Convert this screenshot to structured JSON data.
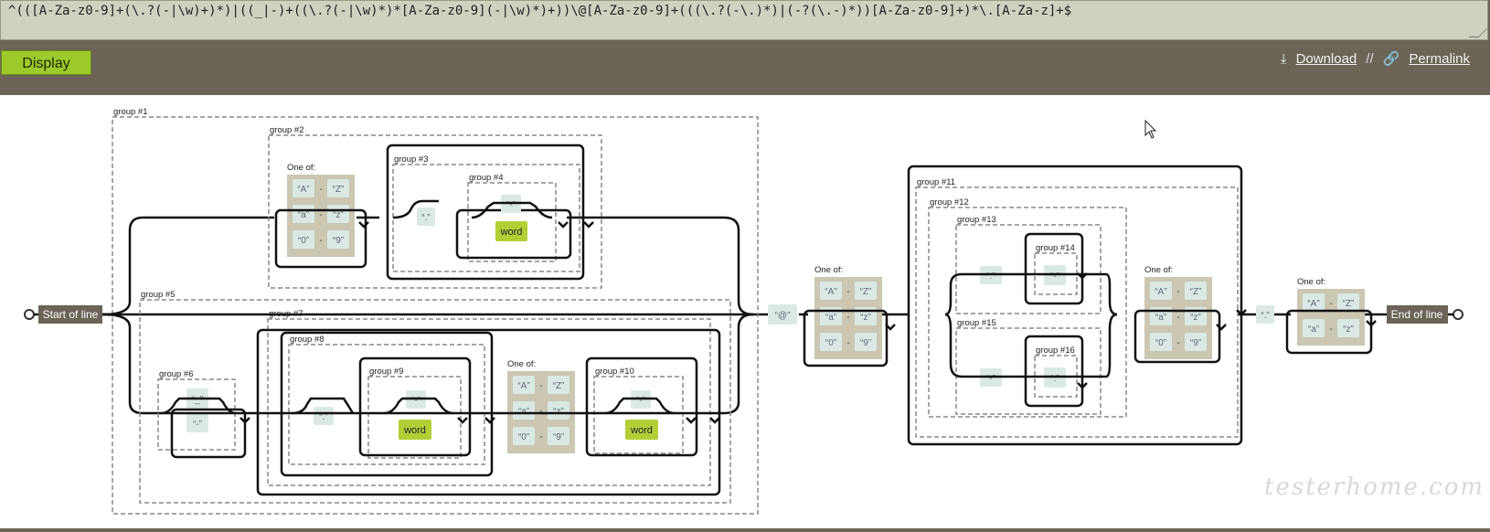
{
  "regex": "^(([A-Za-z0-9]+(\\.?(-|\\w)+)*)|((_|-)+((\\.?(-|\\w)*)*[A-Za-z0-9](-|\\w)*)+))\\@[A-Za-z0-9]+(((\\.?(-\\.)*)|(-?(\\.-)*))[A-Za-z0-9]+)*\\.[A-Za-z]+$",
  "buttons": {
    "display": "Display"
  },
  "links": {
    "download": "Download",
    "separator": "//",
    "permalink": "Permalink"
  },
  "diagram": {
    "start": "Start of line",
    "end": "End of line",
    "one_of": "One of:",
    "word": "word",
    "groups": [
      "group #1",
      "group #2",
      "group #3",
      "group #4",
      "group #5",
      "group #6",
      "group #7",
      "group #8",
      "group #9",
      "group #10",
      "group #11",
      "group #12",
      "group #13",
      "group #14",
      "group #15",
      "group #16"
    ],
    "literals": {
      "dot": "“.”",
      "dash": "“-”",
      "underscore": "“_”",
      "at": "“@”"
    },
    "range_AZ": [
      "“A”",
      "-",
      "“Z”"
    ],
    "range_az": [
      "“a”",
      "-",
      "“z”"
    ],
    "range_09": [
      "“0”",
      "-",
      "“9”"
    ]
  },
  "watermark": "testerhome.com"
}
